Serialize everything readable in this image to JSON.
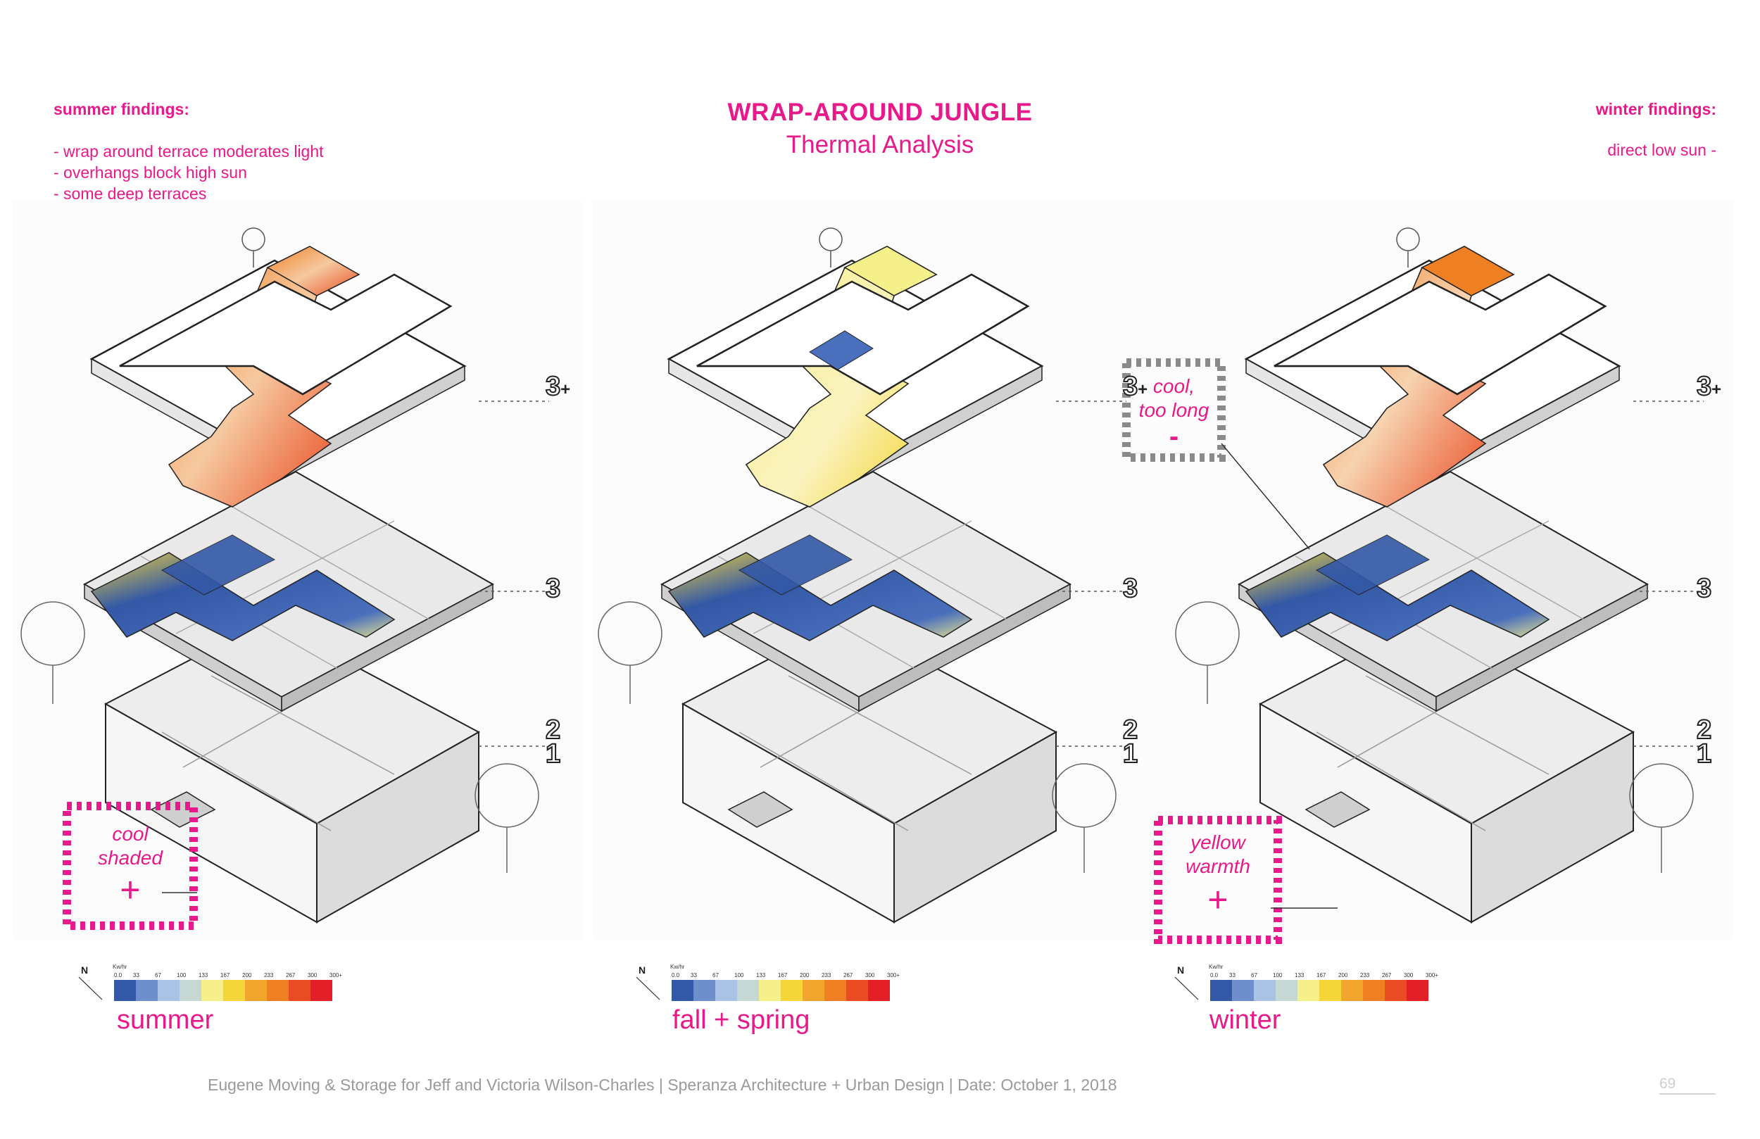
{
  "header": {
    "title": "WRAP-AROUND JUNGLE",
    "subtitle": "Thermal Analysis",
    "summary_title": "summer findings:",
    "summary_items": [
      "- wrap around terrace moderates light",
      "- overhangs block high sun",
      "- some deep terraces"
    ],
    "winter_title": "winter findings:",
    "winter_items": [
      "direct low sun -"
    ]
  },
  "levels": {
    "top": "3",
    "top_suffix": "+",
    "mid": "3",
    "low_upper": "2",
    "low_lower": "1"
  },
  "panels": [
    {
      "season": "summer"
    },
    {
      "season": "fall + spring"
    },
    {
      "season": "winter"
    }
  ],
  "callouts": {
    "cool_shaded": {
      "line1": "cool",
      "line2": "shaded",
      "sign": "+"
    },
    "cool_too_long": {
      "line1": "cool,",
      "line2": "too long",
      "sign": "-"
    },
    "yellow_warmth": {
      "line1": "yellow",
      "line2": "warmth",
      "sign": "+"
    }
  },
  "legend": {
    "north": "N",
    "unit": "Kw/hr",
    "ticks": [
      "0.0",
      "33",
      "67",
      "100",
      "133",
      "167",
      "200",
      "233",
      "267",
      "300",
      "300+"
    ],
    "colors": [
      "#3358a6",
      "#6f8fcc",
      "#a9c2e6",
      "#c6d8d4",
      "#f6f08a",
      "#f4d63a",
      "#f2a52c",
      "#ee7f22",
      "#e94b22",
      "#e21f26"
    ]
  },
  "colors": {
    "accent": "#e8198b",
    "cool": "#3358a6",
    "warm": "#ee7f22",
    "hot": "#e21f26"
  },
  "footer": {
    "text": "Eugene Moving & Storage for Jeff and Victoria Wilson-Charles |  Speranza Architecture + Urban Design  |  Date: October 1, 2018",
    "page": "69"
  }
}
